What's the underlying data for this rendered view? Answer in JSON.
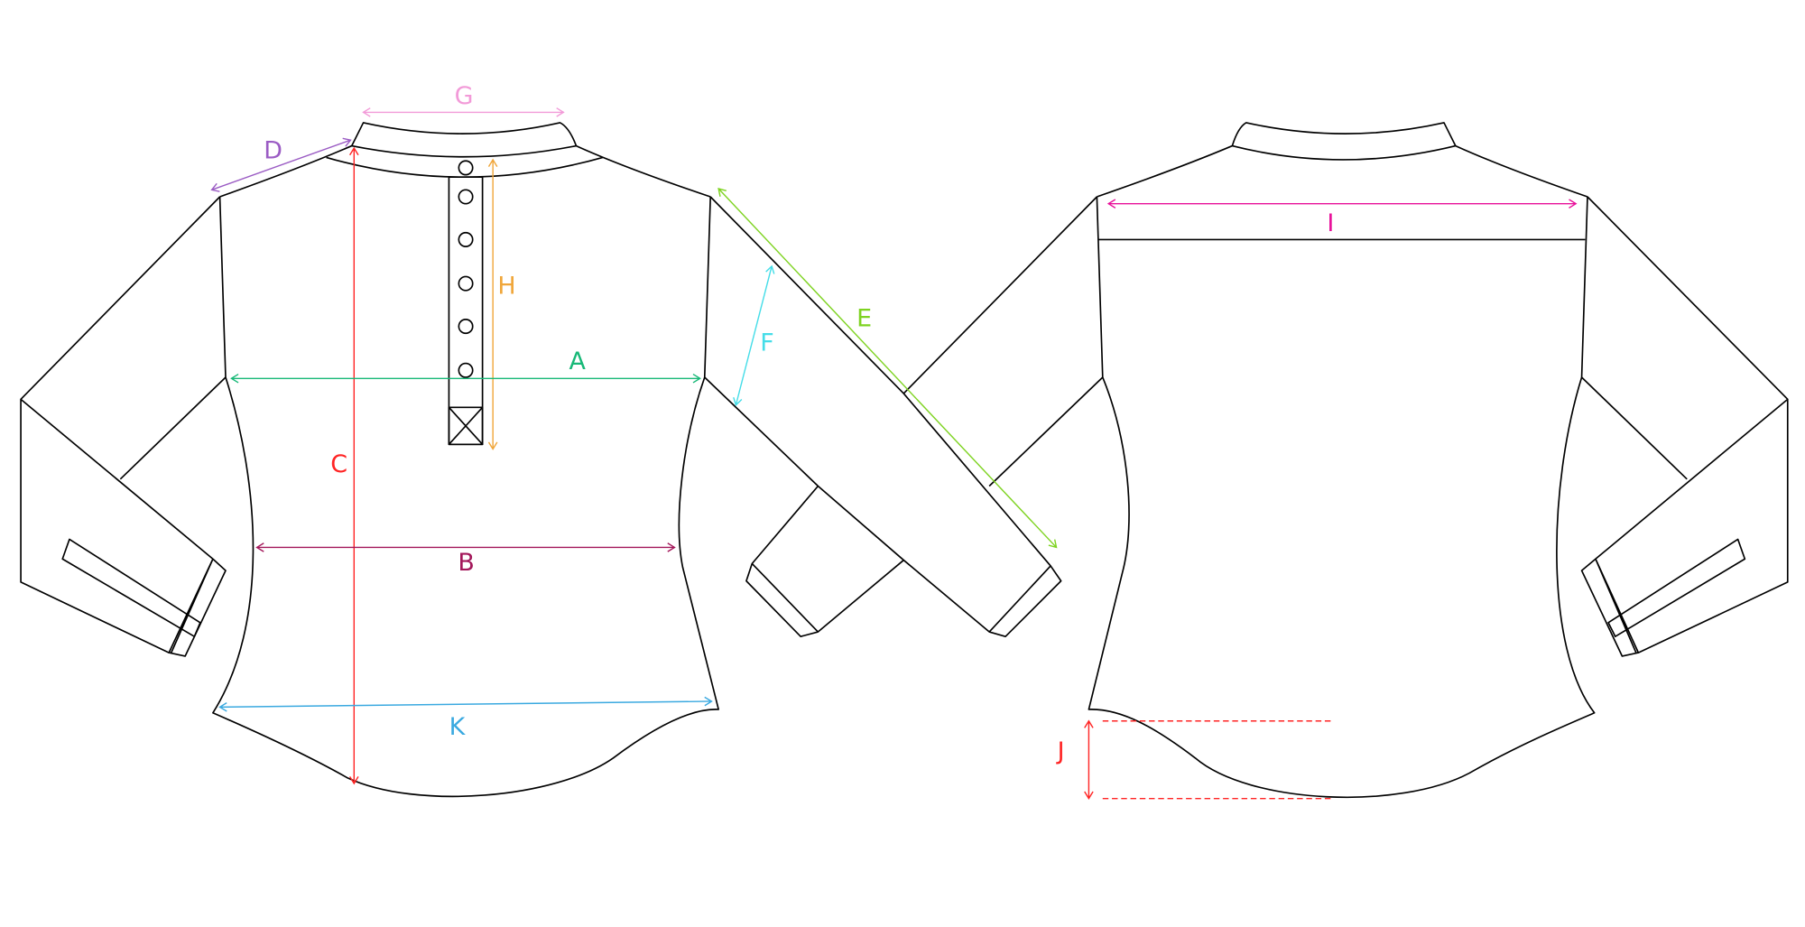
{
  "title": "Shirt measurement diagram (front and back)",
  "measurements": [
    {
      "id": "A",
      "label": "A",
      "color": "#17b877"
    },
    {
      "id": "B",
      "label": "B",
      "color": "#a3175a"
    },
    {
      "id": "C",
      "label": "C",
      "color": "#ff2424"
    },
    {
      "id": "D",
      "label": "D",
      "color": "#9b5cc4"
    },
    {
      "id": "E",
      "label": "E",
      "color": "#7ed321"
    },
    {
      "id": "F",
      "label": "F",
      "color": "#45dde8"
    },
    {
      "id": "G",
      "label": "G",
      "color": "#f29ad8"
    },
    {
      "id": "H",
      "label": "H",
      "color": "#f0a63a"
    },
    {
      "id": "I",
      "label": "I",
      "color": "#e8119a"
    },
    {
      "id": "J",
      "label": "J",
      "color": "#ff2424"
    },
    {
      "id": "K",
      "label": "K",
      "color": "#3aa9e0"
    }
  ]
}
